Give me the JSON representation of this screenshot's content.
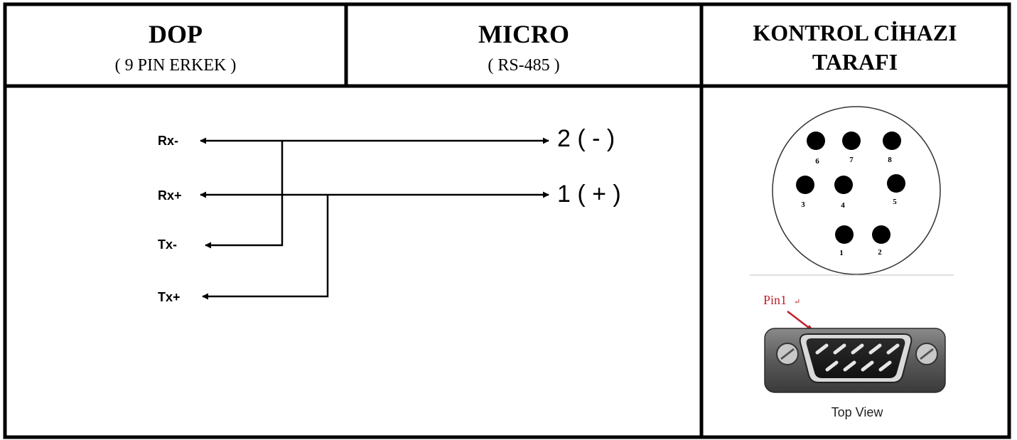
{
  "header": {
    "col1_title": "DOP",
    "col1_sub": "( 9 PIN ERKEK )",
    "col2_title": "MICRO",
    "col2_sub": "( RS-485 )",
    "col3_line1": "KONTROL CİHAZI",
    "col3_line2": "TARAFI"
  },
  "wiring": {
    "signals": [
      "Rx-",
      "Rx+",
      "Tx-",
      "Tx+"
    ],
    "targets": [
      "2 ( - )",
      "1 ( + )"
    ]
  },
  "round_connector": {
    "pins": [
      "6",
      "7",
      "8",
      "3",
      "4",
      "5",
      "1",
      "2"
    ]
  },
  "dsub_connector": {
    "pin_callout": "Pin1",
    "caption": "Top View"
  },
  "colors": {
    "line": "#000000",
    "pin_callout": "#c0202a",
    "connector_body": "#5a5a5a"
  }
}
